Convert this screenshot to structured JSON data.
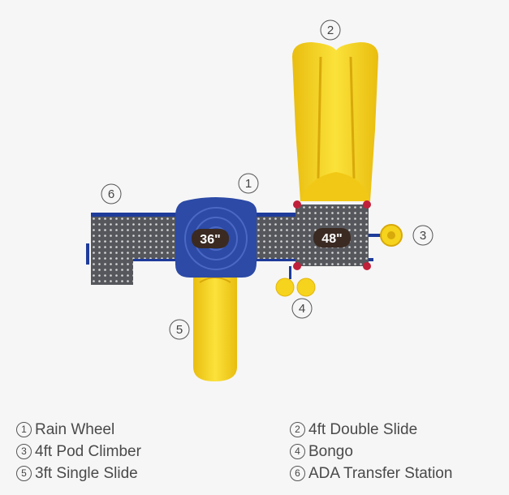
{
  "components": [
    {
      "num": "1",
      "label": "Rain Wheel"
    },
    {
      "num": "2",
      "label": "4ft Double Slide"
    },
    {
      "num": "3",
      "label": "4ft Pod Climber"
    },
    {
      "num": "4",
      "label": "Bongo"
    },
    {
      "num": "5",
      "label": "3ft Single Slide"
    },
    {
      "num": "6",
      "label": "ADA Transfer Station"
    }
  ],
  "decks": {
    "small": "36\"",
    "large": "48\""
  },
  "colors": {
    "slide_yellow": "#f6d31c",
    "deck_blue": "#2c4aa6",
    "frame_blue": "#1f3c9a",
    "deck_gray": "#55575c",
    "accent_red": "#c0203a",
    "background": "#f6f6f6"
  }
}
